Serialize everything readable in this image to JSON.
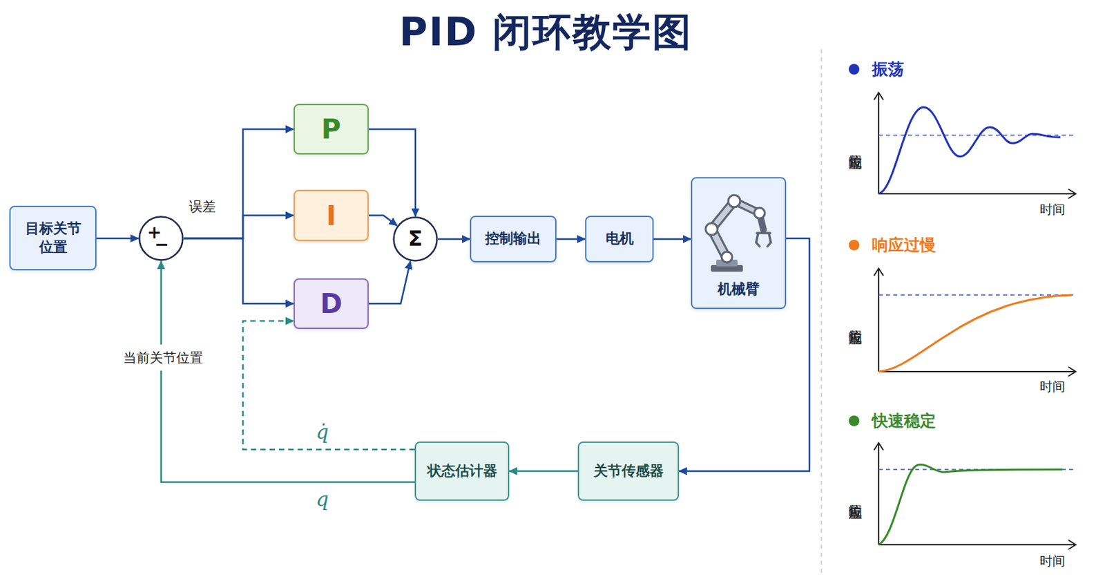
{
  "diagram": {
    "title": "PID 闭环教学图",
    "nodes": [
      {
        "text": [
          "目标关节位置"
        ]
      },
      {
        "text": [
          "+",
          "−"
        ]
      },
      {
        "text": [
          "P"
        ]
      },
      {
        "text": [
          "I"
        ]
      },
      {
        "text": [
          "D"
        ]
      },
      {
        "text": [
          "Σ"
        ]
      },
      {
        "text": [
          "控制输出"
        ]
      },
      {
        "text": [
          "电机"
        ]
      },
      {
        "text": [
          "机械臂"
        ]
      },
      {
        "text": [
          "关节传感器"
        ]
      },
      {
        "text": [
          "状态估计器"
        ]
      }
    ],
    "edges": [
      {
        "from": 0,
        "to": 1,
        "arrow": "to"
      },
      {
        "from": 1,
        "to": 2,
        "arrow": "to"
      },
      {
        "from": 1,
        "to": 3,
        "arrow": "to",
        "label": "误差"
      },
      {
        "from": 1,
        "to": 4,
        "arrow": "to"
      },
      {
        "from": 2,
        "to": 5,
        "arrow": "to"
      },
      {
        "from": 3,
        "to": 5,
        "arrow": "to"
      },
      {
        "from": 4,
        "to": 5,
        "arrow": "to"
      },
      {
        "from": 5,
        "to": 6,
        "arrow": "to"
      },
      {
        "from": 6,
        "to": 7,
        "arrow": "to"
      },
      {
        "from": 7,
        "to": 8,
        "arrow": "to"
      },
      {
        "from": 8,
        "to": 9,
        "arrow": "to"
      },
      {
        "from": 9,
        "to": 10,
        "arrow": "to"
      },
      {
        "from": 10,
        "to": 1,
        "arrow": "to",
        "label": "当前关节位置"
      },
      {
        "from": 10,
        "to": 4,
        "arrow": "to",
        "label": "q̇"
      }
    ],
    "labels": [
      "振荡",
      "位置响应",
      "时间",
      "响应过慢",
      "位置响应",
      "时间",
      "快速稳定",
      "位置响应",
      "时间",
      "q"
    ]
  }
}
